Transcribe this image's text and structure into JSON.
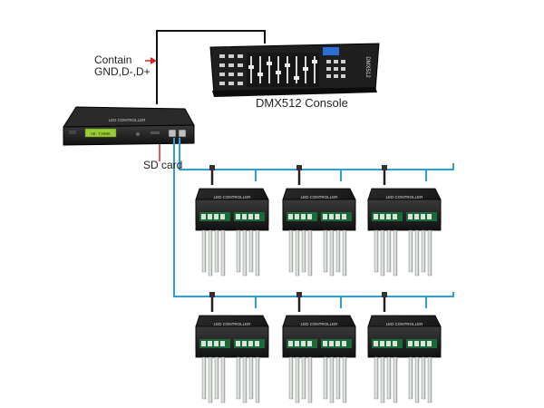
{
  "labels": {
    "contain_line1": "Contain",
    "contain_line2": "GND,D-,D+",
    "console": "DMX512 Console",
    "sd_card": "SD card"
  },
  "devices": {
    "master_controller": {
      "title": "LED CONTROLLER",
      "screen_text": "H8 T300K"
    },
    "console_panel": {
      "brand": "DMX512"
    },
    "slave_controller": {
      "title": "LED CONTROLLER"
    }
  },
  "colors": {
    "signal_line": "#2aa0d8",
    "console_line": "#111111",
    "arrow": "#e02020",
    "device_body": "#1c1c1c",
    "lcd": "#9acd32",
    "cable_tip": "#a9b0a9"
  }
}
